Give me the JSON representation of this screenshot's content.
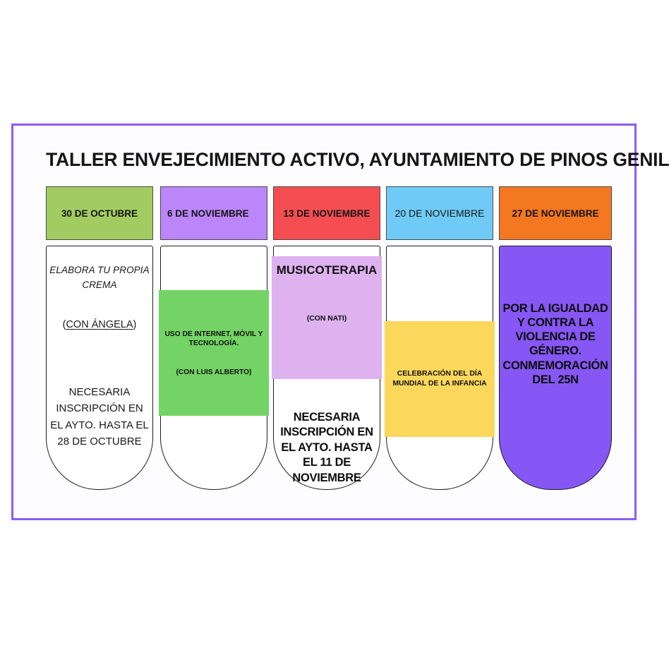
{
  "poster": {
    "title": "TALLER ENVEJECIMIENTO ACTIVO, AYUNTAMIENTO DE PINOS GENIL",
    "frame_border_color": "#8b5cf6",
    "background_color": "#ffffff"
  },
  "columns": [
    {
      "header_label": "30 DE OCTUBRE",
      "header_color": "#a2cc62",
      "header_bold": true,
      "header_align": "center",
      "activity_title": "ELABORA TU PROPIA CREMA",
      "facilitator": "(CON ÁNGELA)",
      "facilitator_inner": "CON ÁNGELA",
      "note": "NECESARIA INSCRIPCIÓN EN EL AYTO. HASTA EL 28 DE OCTUBRE",
      "block_color": null
    },
    {
      "header_label": "6 DE NOVIEMBRE",
      "header_color": "#bb86fa",
      "header_bold": true,
      "header_align": "left",
      "activity_title": "USO DE INTERNET, MÓVIL Y TECNOLOGÍA.",
      "facilitator": "(CON LUIS ALBERTO)",
      "note": null,
      "block_color": "#73d364"
    },
    {
      "header_label": "13 DE NOVIEMBRE",
      "header_color": "#f54e52",
      "header_bold": true,
      "header_align": "center",
      "activity_title": "MUSICOTERAPIA",
      "facilitator": "(CON NATI)",
      "note": "NECESARIA INSCRIPCIÓN EN EL AYTO. HASTA EL 11 DE NOVIEMBRE",
      "block_color": "#deb1ef"
    },
    {
      "header_label": "20 DE NOVIEMBRE",
      "header_color": "#6fcbf5",
      "header_bold": false,
      "header_align": "center",
      "activity_title": "CELEBRACIÓN DEL DÍA MUNDIAL DE LA INFANCIA",
      "facilitator": null,
      "note": null,
      "block_color": "#fbd75b"
    },
    {
      "header_label": "27 DE NOVIEMBRE",
      "header_color": "#f47721",
      "header_bold": true,
      "header_align": "center",
      "activity_title": "POR LA IGUALDAD Y CONTRA LA VIOLENCIA DE GÉNERO. CONMEMORACIÓN DEL 25N",
      "facilitator": null,
      "note": null,
      "block_color": "#8657f5"
    }
  ]
}
